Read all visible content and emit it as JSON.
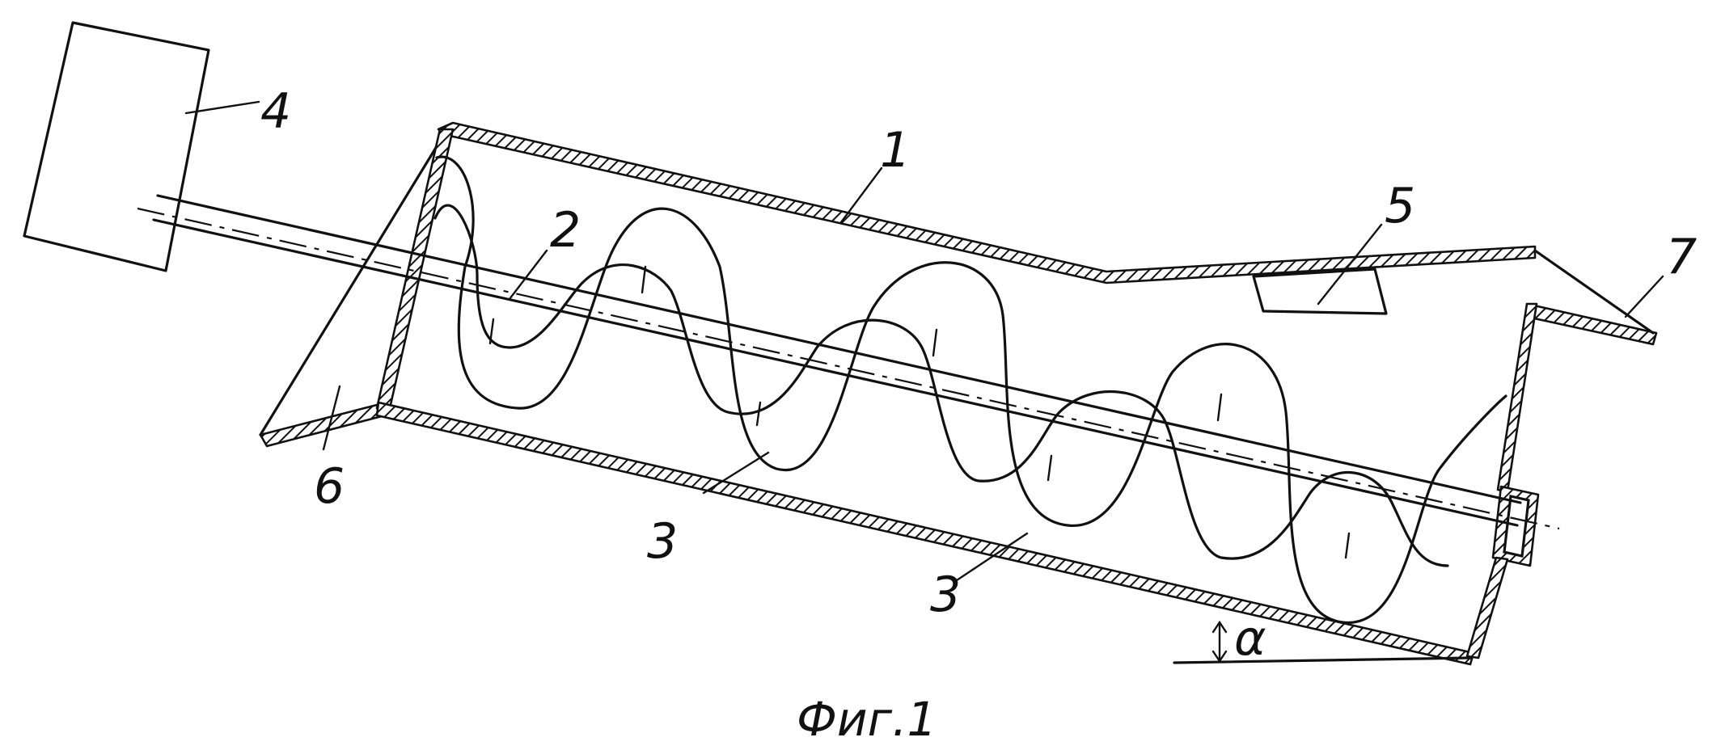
{
  "labels": {
    "housing": "1",
    "shaft": "2",
    "auger_a": "3",
    "auger_b": "3",
    "drive": "4",
    "sensor": "5",
    "inlet": "6",
    "outlet": "7",
    "angle": "α"
  },
  "caption": "Фиг.1"
}
